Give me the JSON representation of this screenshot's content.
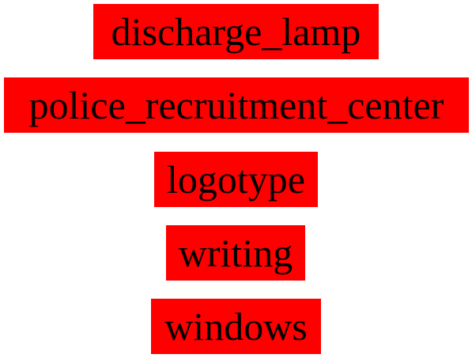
{
  "colors": {
    "label_background": "#ff0000",
    "label_text": "#000000",
    "page_background": "#ffffff"
  },
  "labels": [
    "discharge_lamp",
    "police_recruitment_center",
    "logotype",
    "writing",
    "windows"
  ]
}
